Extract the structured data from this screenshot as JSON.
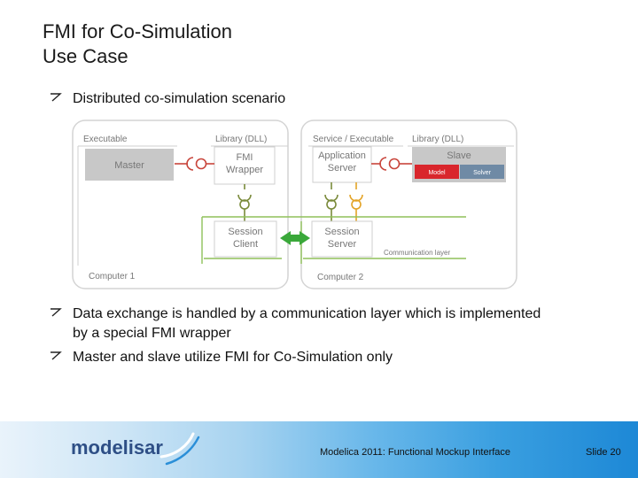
{
  "slide": {
    "title_line1": "FMI for Co-Simulation",
    "title_line2": "Use Case",
    "bullet_mark": "↗",
    "bullets": [
      {
        "line1": "Distributed co-simulation scenario"
      },
      {
        "line1": "Data exchange is handled by a communication layer which is implemented",
        "line2": "by a special FMI wrapper"
      },
      {
        "line1": "Master and slave utilize FMI for Co-Simulation only"
      }
    ]
  },
  "diagram": {
    "computer1_label": "Computer 1",
    "computer2_label": "Computer 2",
    "executable_label": "Executable",
    "library_dll_left": "Library (DLL)",
    "service_executable": "Service / Executable",
    "library_dll_right": "Library (DLL)",
    "master": "Master",
    "fmi_wrapper_1": "FMI",
    "fmi_wrapper_2": "Wrapper",
    "app_server_1": "Application",
    "app_server_2": "Server",
    "slave": "Slave",
    "model": "Model",
    "solver": "Solver",
    "session_client_1": "Session",
    "session_client_2": "Client",
    "session_server_1": "Session",
    "session_server_2": "Server",
    "communication_layer": "Communication layer",
    "colors": {
      "model_red": "#d9262c",
      "solver_blue": "#6f8aa5",
      "line_green": "#8fc15a",
      "connector_red": "#c8453b",
      "connector_orange": "#e3a326",
      "connector_olive": "#7a8a3a",
      "arrow_green": "#3aa83a"
    }
  },
  "footer": {
    "logo_text": "modelisar",
    "center_text": "Modelica 2011: Functional Mockup Interface",
    "slide_label": "Slide 20"
  }
}
